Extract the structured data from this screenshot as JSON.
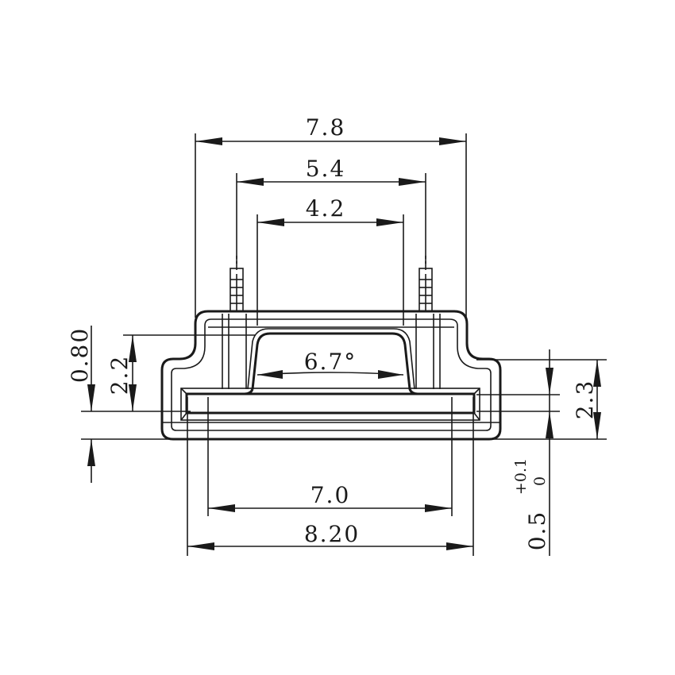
{
  "drawing": {
    "type": "connector cross-section dimension drawing",
    "line_color": "#1a1a1a",
    "background": "#ffffff"
  },
  "dimensions": {
    "top_overall_width": "7.8",
    "pin_spacing": "5.4",
    "inner_top_width": "4.2",
    "draft_angle": "6.7°",
    "left_offset_height": "0.80",
    "left_step_height": "2.2",
    "right_height": "2.3",
    "tolerance_upper": "+0.1",
    "tolerance_lower": "0",
    "tolerance_base": "0.5",
    "opening_width": "7.0",
    "bottom_overall_width": "8.20"
  }
}
